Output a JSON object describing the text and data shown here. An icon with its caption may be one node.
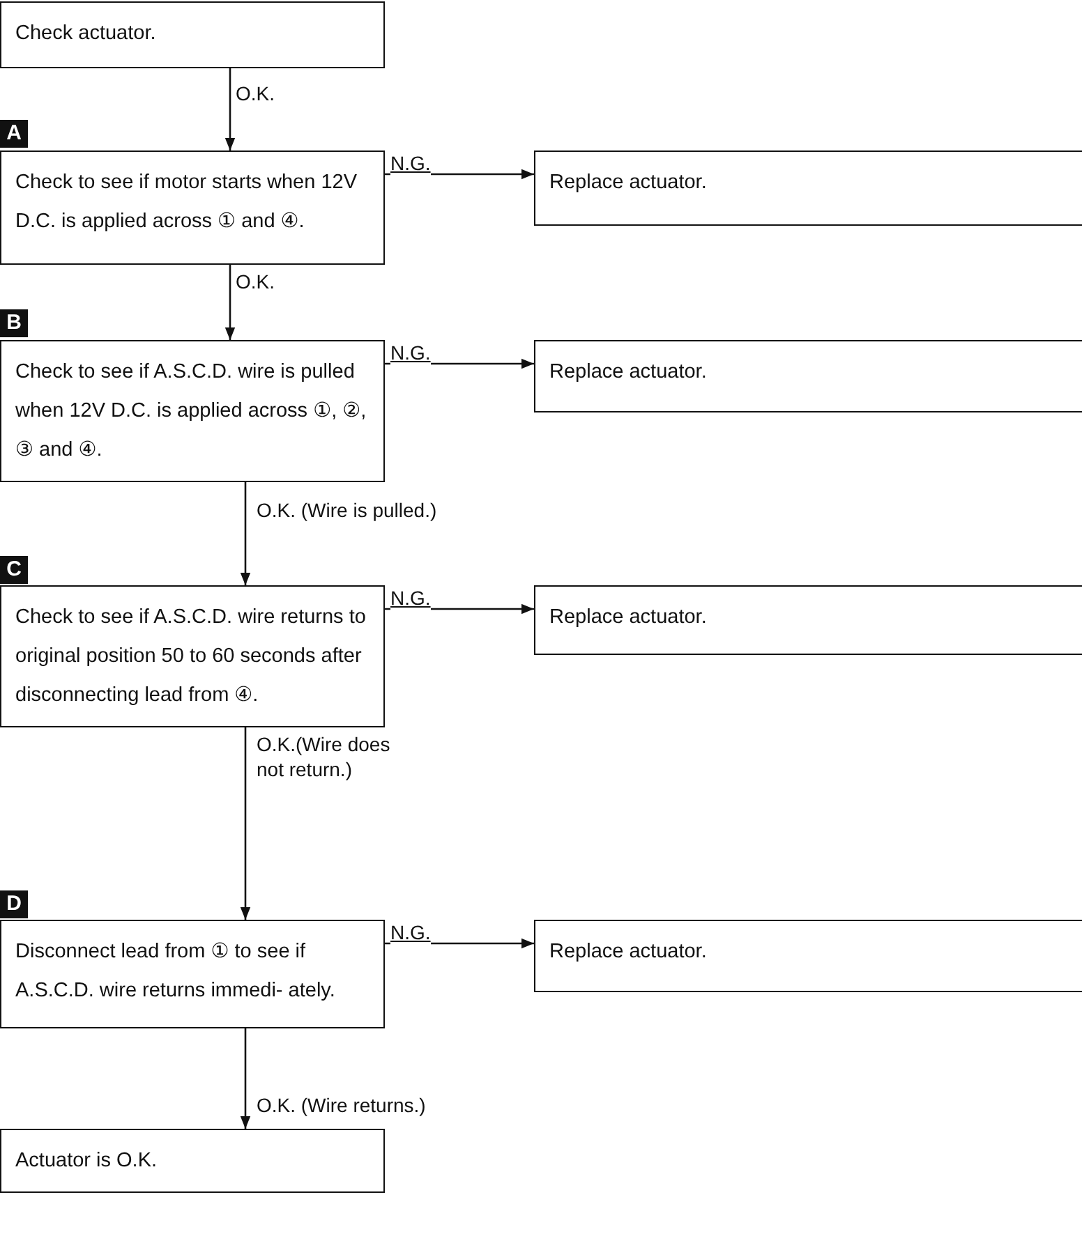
{
  "diagram": {
    "nodes": [
      {
        "text": [
          "Check actuator."
        ]
      },
      {
        "text": [
          "Check to see if motor starts when 12V D.C. is applied across ① and ④."
        ]
      },
      {
        "text": [
          "Replace actuator."
        ]
      },
      {
        "text": [
          "Check to see if A.S.C.D. wire is pulled when 12V D.C. is applied across ①, ②, ③ and ④."
        ]
      },
      {
        "text": [
          "Replace actuator."
        ]
      },
      {
        "text": [
          "Check to see if A.S.C.D. wire returns to original position 50 to 60 seconds after disconnecting lead from ④."
        ]
      },
      {
        "text": [
          "Replace actuator."
        ]
      },
      {
        "text": [
          "Disconnect lead from ① to see if A.S.C.D. wire returns immedi- ately."
        ]
      },
      {
        "text": [
          "Replace actuator."
        ]
      },
      {
        "text": [
          "Actuator is O.K."
        ]
      }
    ],
    "edges": [
      {
        "from": 0,
        "to": 1,
        "arrow": "to",
        "label": "O.K."
      },
      {
        "from": 1,
        "to": 2,
        "arrow": "to",
        "label": "N.G."
      },
      {
        "from": 1,
        "to": 3,
        "arrow": "to",
        "label": "O.K."
      },
      {
        "from": 3,
        "to": 4,
        "arrow": "to",
        "label": "N.G."
      },
      {
        "from": 3,
        "to": 5,
        "arrow": "to",
        "label": "O.K. (Wire is pulled.)"
      },
      {
        "from": 5,
        "to": 6,
        "arrow": "to",
        "label": "N.G."
      },
      {
        "from": 5,
        "to": 7,
        "arrow": "to",
        "label": "O.K.(Wire does not return.)"
      },
      {
        "from": 7,
        "to": 8,
        "arrow": "to",
        "label": "N.G."
      },
      {
        "from": 7,
        "to": 9,
        "arrow": "to",
        "label": "O.K. (Wire returns.)"
      }
    ],
    "labels": [
      "A",
      "B",
      "C",
      "D"
    ]
  }
}
